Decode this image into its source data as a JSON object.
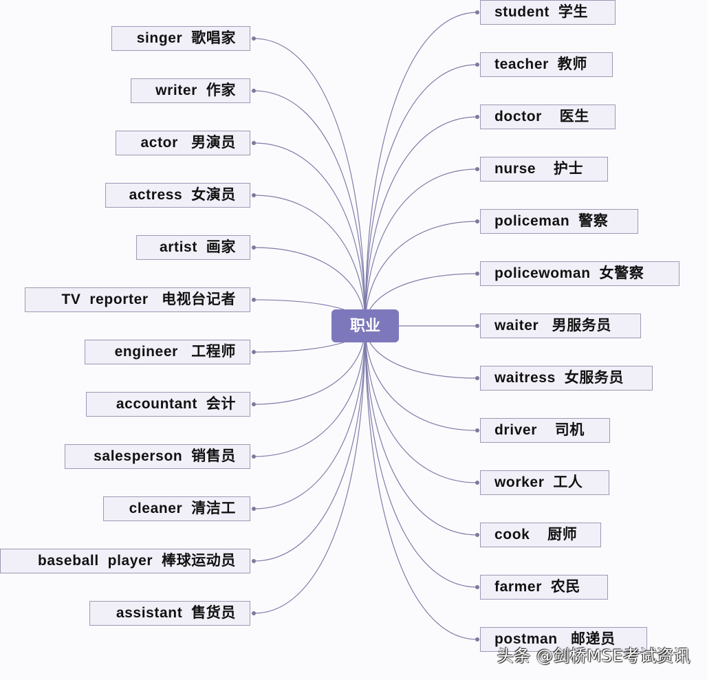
{
  "center": {
    "label": "职业"
  },
  "left_nodes": [
    {
      "label": "singer  歌唱家"
    },
    {
      "label": "writer  作家"
    },
    {
      "label": "actor   男演员"
    },
    {
      "label": "actress  女演员"
    },
    {
      "label": "artist  画家"
    },
    {
      "label": "TV  reporter   电视台记者"
    },
    {
      "label": "engineer   工程师"
    },
    {
      "label": "accountant  会计"
    },
    {
      "label": "salesperson  销售员"
    },
    {
      "label": "cleaner  清洁工"
    },
    {
      "label": "baseball  player  棒球运动员"
    },
    {
      "label": "assistant  售货员"
    }
  ],
  "right_nodes": [
    {
      "label": "student  学生"
    },
    {
      "label": "teacher  教师"
    },
    {
      "label": "doctor    医生"
    },
    {
      "label": "nurse    护士"
    },
    {
      "label": "policeman  警察"
    },
    {
      "label": "policewoman  女警察"
    },
    {
      "label": "waiter   男服务员"
    },
    {
      "label": "waitress  女服务员"
    },
    {
      "label": "driver    司机"
    },
    {
      "label": "worker  工人"
    },
    {
      "label": "cook    厨师"
    },
    {
      "label": "farmer  农民"
    },
    {
      "label": "postman   邮递员"
    }
  ],
  "watermark": "头条 @剑桥MSE考试资讯",
  "colors": {
    "center_fill": "#7d78bc",
    "node_fill": "#f1f0f8",
    "node_border": "#9b98b4",
    "link": "#7e7ba8"
  }
}
